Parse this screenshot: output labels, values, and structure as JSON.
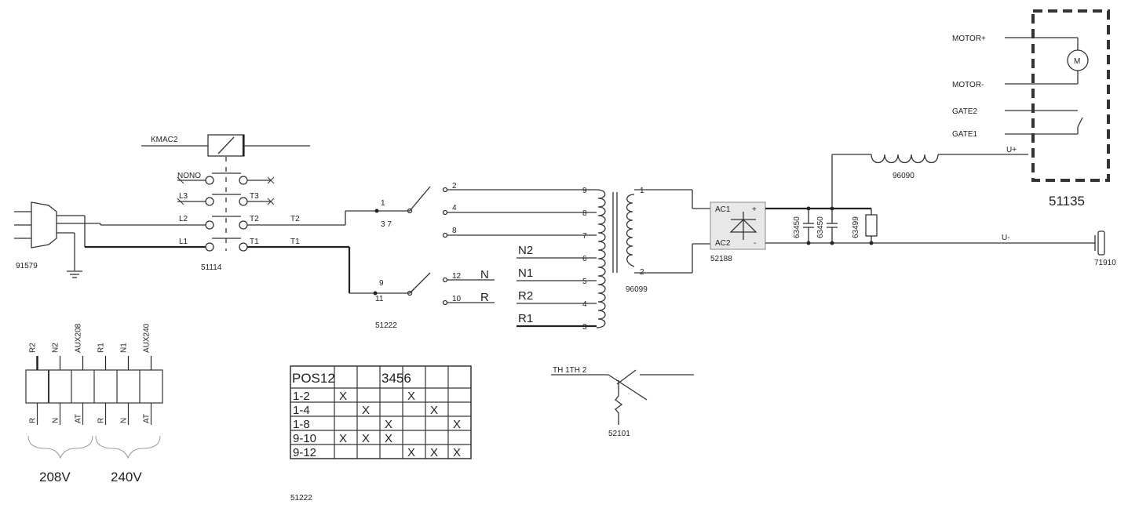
{
  "components": {
    "plug_ref": "91579",
    "contactor_ref": "51114",
    "coil_label": "KMAC2",
    "contact_nono": "NONO",
    "contact_l3": "L3",
    "contact_l2": "L2",
    "contact_l1": "L1",
    "contact_t3": "T3",
    "contact_t2": "T2",
    "contact_t1": "T1",
    "t2_out": "T2",
    "t1_out": "T1",
    "selector_ref": "51222",
    "sel_pin1": "1",
    "sel_pin37": "3 7",
    "sel_pin9": "9",
    "sel_pin11": "11",
    "sel_pin2": "2",
    "sel_pin4": "4",
    "sel_pin8": "8",
    "sel_pin12": "12",
    "sel_pin10": "10",
    "sel_n": "N",
    "sel_r": "R",
    "tap_n2": "N2",
    "tap_n1": "N1",
    "tap_r2": "R2",
    "tap_r1": "R1",
    "tap_9": "9",
    "tap_8": "8",
    "tap_7": "7",
    "tap_6": "6",
    "tap_5": "5",
    "tap_4": "4",
    "tap_3": "3",
    "transformer_ref": "96099",
    "sec_1": "1",
    "sec_2": "2",
    "bridge_ref": "52188",
    "bridge_ac1": "AC1",
    "bridge_ac2": "AC2",
    "bridge_plus": "+",
    "bridge_minus": "-",
    "cap1_ref": "63450",
    "cap2_ref": "63450",
    "res_ref": "63499",
    "inductor_ref": "96090",
    "u_plus": "U+",
    "u_minus": "U-",
    "connector_ref": "71910",
    "motor_plus": "MOTOR+",
    "motor_minus": "MOTOR-",
    "gate2": "GATE2",
    "gate1": "GATE1",
    "motor_symbol": "M",
    "board_ref": "51135",
    "thermostat_label": "TH 1TH 2",
    "thermostat_ref": "52101"
  },
  "terminal_block": {
    "top_labels": [
      "R2",
      "N2",
      "AUX208",
      "R1",
      "N1",
      "AUX240"
    ],
    "bottom_labels": [
      "R",
      "N",
      "AT",
      "R",
      "N",
      "AT"
    ],
    "voltage_208": "208V",
    "voltage_240": "240V"
  },
  "switch_table": {
    "header": [
      "POS12",
      "",
      "3456",
      "",
      "",
      ""
    ],
    "rows": [
      [
        "1-2",
        "X",
        "",
        "",
        "X",
        "",
        ""
      ],
      [
        "1-4",
        "",
        "X",
        "",
        "",
        "X",
        ""
      ],
      [
        "1-8",
        "",
        "",
        "X",
        "",
        "",
        "X"
      ],
      [
        "9-10",
        "X",
        "X",
        "X",
        "",
        "",
        ""
      ],
      [
        "9-12",
        "",
        "",
        "",
        "X",
        "X",
        "X"
      ]
    ],
    "ref": "51222"
  }
}
